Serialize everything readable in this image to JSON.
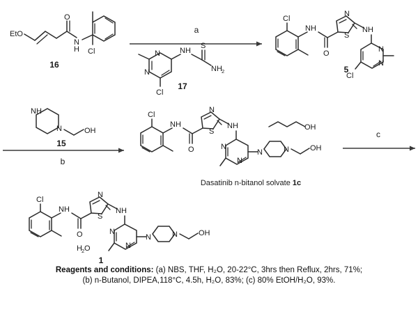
{
  "figure": {
    "type": "chemical-reaction-scheme",
    "title": "Synthesis of Dasatinib",
    "background_color": "#ffffff",
    "bond_color": "#2b2b2b",
    "text_color": "#1a1a1a"
  },
  "compounds": [
    {
      "id": "16",
      "label": "16",
      "name": "(E)-4-ethoxy-N-(2-chloro-6-methylphenyl)but-3-enamide",
      "atom_labels": [
        "EtO",
        "O",
        "N",
        "H",
        "Cl"
      ],
      "position": "top-left"
    },
    {
      "id": "17",
      "label": "17",
      "name": "1-(6-chloro-2-methylpyrimidin-4-yl)thiourea",
      "atom_labels": [
        "N",
        "N",
        "NH",
        "S",
        "NH2",
        "Cl"
      ],
      "position": "top-center-below-arrow-a"
    },
    {
      "id": "5",
      "label": "5",
      "name": "N-(2-chloro-6-methylphenyl)-2-[(6-chloro-2-methylpyrimidin-4-yl)amino]thiazole-5-carboxamide",
      "atom_labels": [
        "Cl",
        "NH",
        "O",
        "N",
        "S",
        "NH",
        "N",
        "N",
        "Cl"
      ],
      "position": "top-right"
    },
    {
      "id": "15",
      "label": "15",
      "name": "1-(2-hydroxyethyl)piperazine",
      "atom_labels": [
        "NH",
        "N",
        "OH"
      ],
      "position": "middle-left-above-arrow-b"
    },
    {
      "id": "1c",
      "label": "1c",
      "name": "Dasatinib n-bitanol solvate",
      "caption": "Dasatinib n-bitanol solvate ",
      "caption_bold": "1c",
      "atom_labels": [
        "Cl",
        "NH",
        "O",
        "N",
        "S",
        "NH",
        "N",
        "N",
        "N",
        "N",
        "OH",
        "OH"
      ],
      "position": "middle-center"
    },
    {
      "id": "1",
      "label": "1",
      "name": "Dasatinib monohydrate",
      "atom_labels": [
        "Cl",
        "NH",
        "O",
        "N",
        "S",
        "NH",
        "N",
        "N",
        "N",
        "N",
        "OH"
      ],
      "hydrate_label": "H2O",
      "position": "bottom-left"
    }
  ],
  "arrows": [
    {
      "id": "a",
      "label": "a",
      "above_label": "a",
      "direction": "right",
      "reagent_below": "17"
    },
    {
      "id": "b",
      "label": "b",
      "below_label": "b",
      "direction": "right",
      "reagent_above": "15"
    },
    {
      "id": "c",
      "label": "c",
      "above_label": "c",
      "direction": "right"
    }
  ],
  "caption": {
    "heading": "Reagents and conditions:",
    "line1_rest": " (a) NBS, THF, H₂O, 20-22°C, 3hrs then Reflux, 2hrs, 71%;",
    "line2": "(b) n-Butanol, DIPEA,118°C, 4.5h, H₂O, 83%; (c) 80% EtOH/H₂O, 93%.",
    "conditions": [
      {
        "step": "a",
        "text": "NBS, THF, H2O, 20-22°C, 3hrs then Reflux, 2hrs, 71%"
      },
      {
        "step": "b",
        "text": "n-Butanol, DIPEA,118°C, 4.5h, H2O, 83%"
      },
      {
        "step": "c",
        "text": "80% EtOH/H2O, 93%"
      }
    ]
  },
  "atoms": {
    "EtO": "EtO",
    "O": "O",
    "N": "N",
    "H": "H",
    "S": "S",
    "Cl": "Cl",
    "NH": "NH",
    "OH": "OH",
    "NH2_main": "NH",
    "NH2_sub": "2",
    "H2O_h": "H",
    "H2O_sub": "2",
    "H2O_o": "O"
  }
}
